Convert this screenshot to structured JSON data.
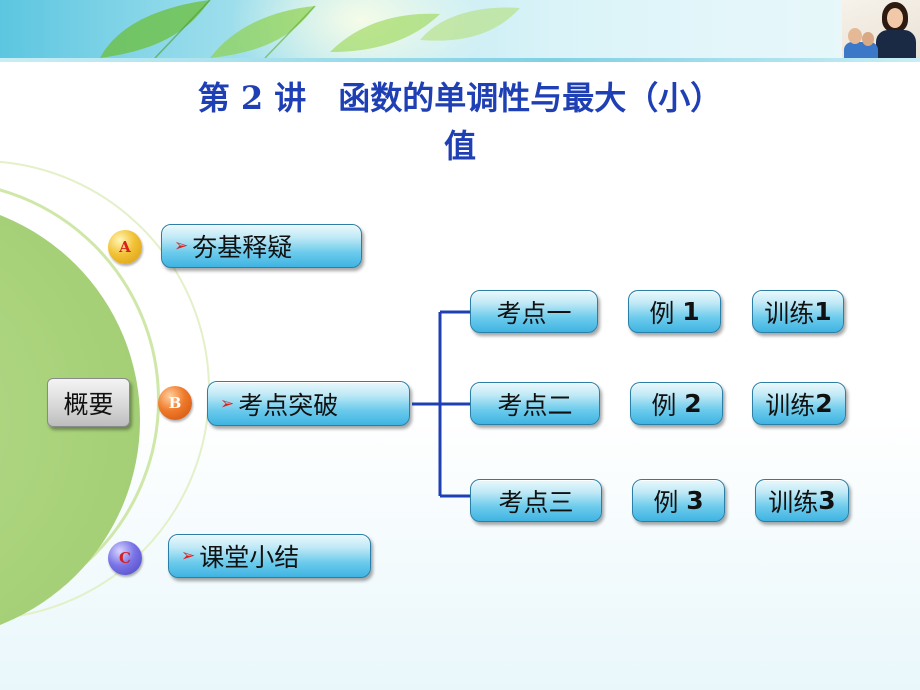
{
  "title": {
    "line1": "第 2 讲　函数的单调性与最大（小）",
    "line2": "值"
  },
  "overview": {
    "label": "概要"
  },
  "sections": [
    {
      "badge": "A",
      "label": "夯基释疑"
    },
    {
      "badge": "B",
      "label": "考点突破"
    },
    {
      "badge": "C",
      "label": "课堂小结"
    }
  ],
  "topics": [
    {
      "label": "考点一",
      "example": "例",
      "example_num": "1",
      "practice": "训练",
      "practice_num": "1"
    },
    {
      "label": "考点二",
      "example": "例",
      "example_num": "2",
      "practice": "训练",
      "practice_num": "2"
    },
    {
      "label": "考点三",
      "example": "例",
      "example_num": "3",
      "practice": "训练",
      "practice_num": "3"
    }
  ],
  "colors": {
    "title": "#1f3fb4",
    "arrow": "#e0201f",
    "button_top": "#eaf8fc",
    "button_bottom": "#3fb4e2",
    "connector": "#1f3fb4"
  }
}
